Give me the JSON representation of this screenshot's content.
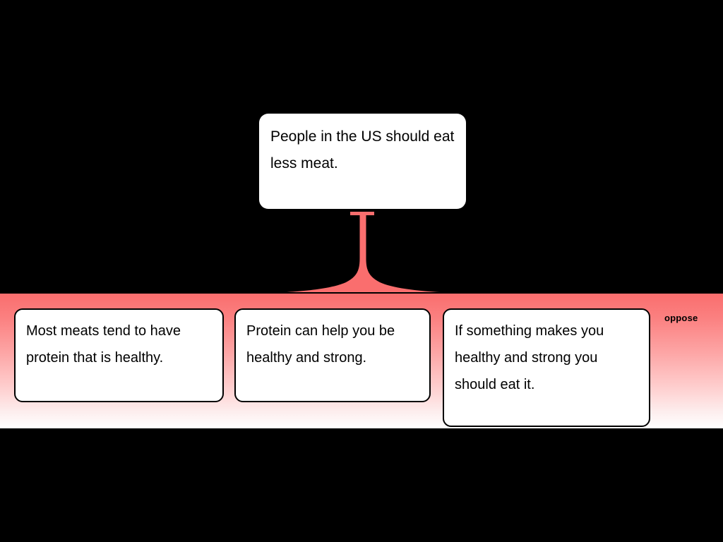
{
  "diagram": {
    "type": "argument-map",
    "relation_label": "oppose",
    "accent_color": "#fa6e6e",
    "background_color": "#000000",
    "claim": {
      "id": "claim-root",
      "text": "People in the US should eat less meat."
    },
    "reasons": [
      {
        "id": "reason-1",
        "text": "Most meats tend to have protein that is healthy."
      },
      {
        "id": "reason-2",
        "text": "Protein can help you be healthy and strong."
      },
      {
        "id": "reason-3",
        "text": "If something makes you healthy and strong you should eat it."
      }
    ]
  }
}
